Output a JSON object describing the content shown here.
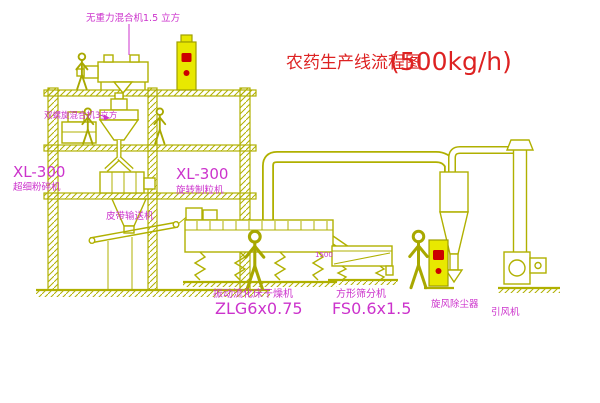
{
  "title": {
    "main": "农药生产线流程图",
    "capacity": "(500kg/h)"
  },
  "labels": {
    "gravity_mixer": "无重力混合机1.5 立方",
    "screw_mixer": "双螺旋混合机3立方",
    "mill_model": "XL-300",
    "mill_name": "超细粉碎机",
    "granulator_model": "XL-300",
    "granulator_name": "旋转制粒机",
    "belt_conveyor": "皮带输送机",
    "dryer_name": "振动流化床干燥机",
    "dryer_model": "ZLG6x0.75",
    "sieve_name": "方形筛分机",
    "sieve_model": "FS0.6x1.5",
    "cyclone": "旋风除尘器",
    "fan": "引风机",
    "dim_1500": "1500"
  },
  "colors": {
    "line_olive": "#b0b000",
    "label_magenta": "#cc33cc",
    "title_red": "#dd2222",
    "panel_yellow": "#e8e800",
    "accent_red": "#cc0000",
    "background": "#ffffff"
  }
}
